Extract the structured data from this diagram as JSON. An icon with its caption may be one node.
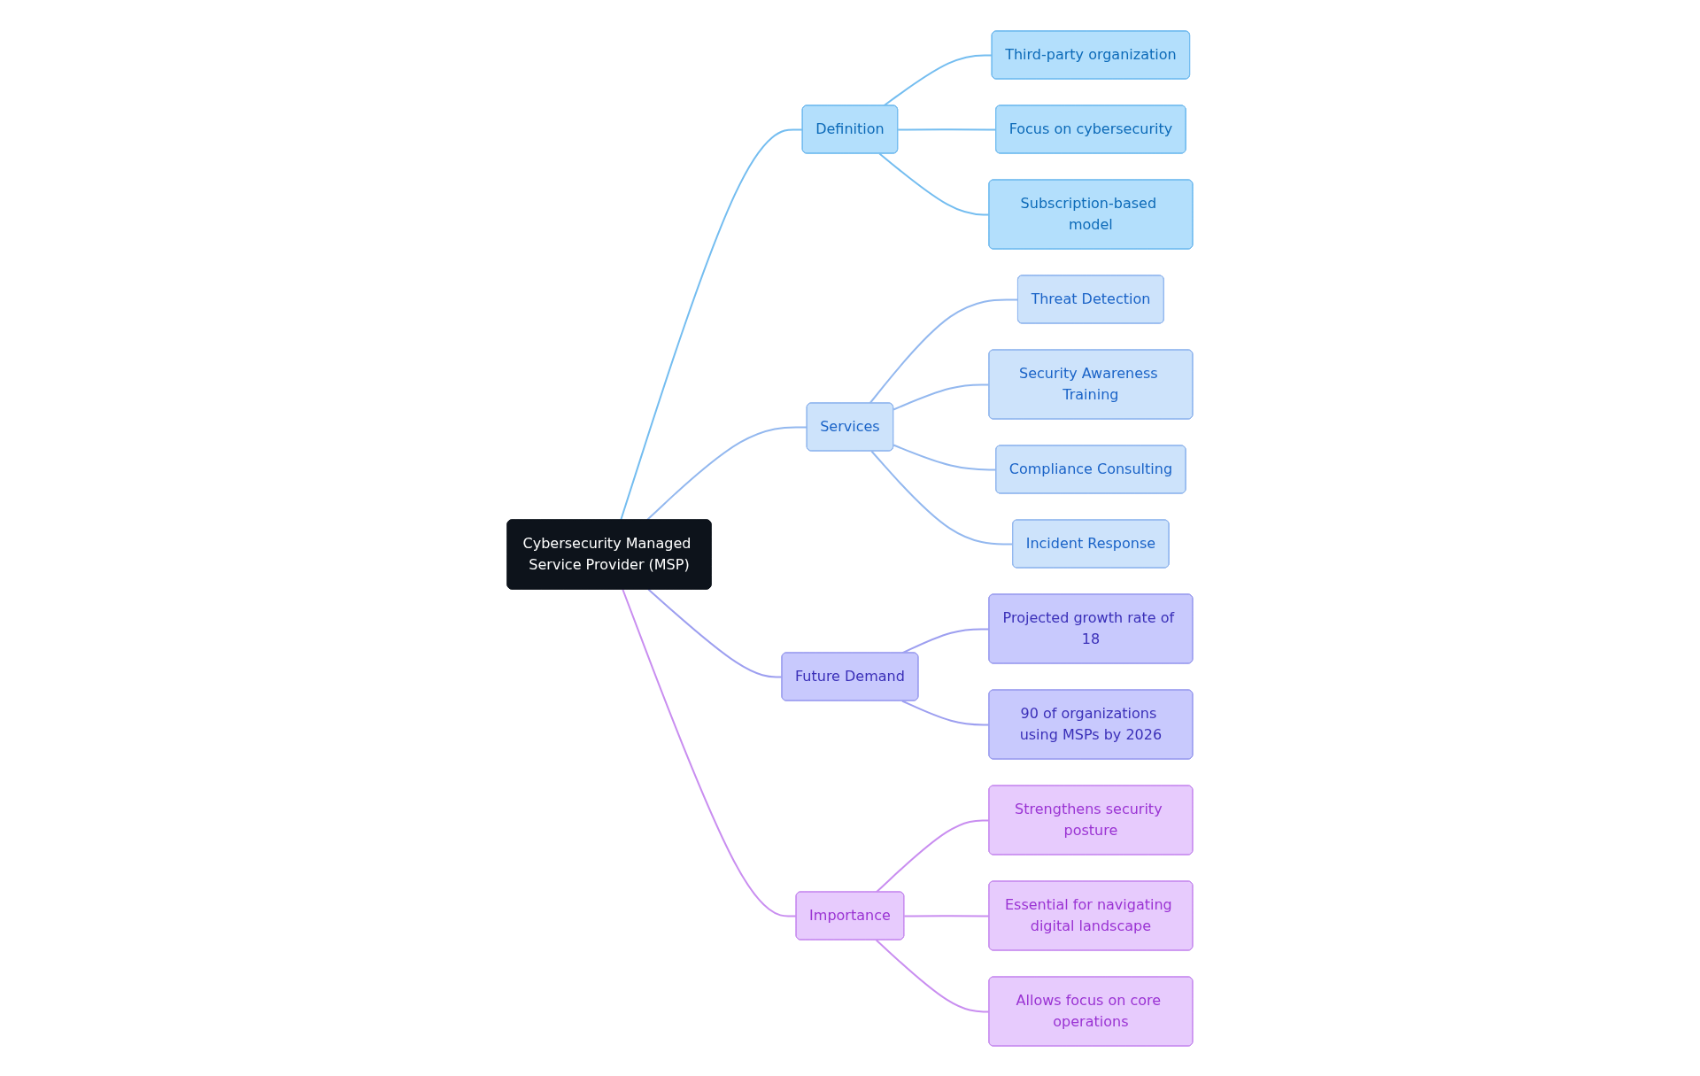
{
  "diagram": {
    "nodes": [
      {
        "text": [
          "Cybersecurity Managed Service Provider (MSP)"
        ]
      },
      {
        "text": [
          "Definition"
        ]
      },
      {
        "text": [
          "Third-party organization"
        ]
      },
      {
        "text": [
          "Focus on cybersecurity"
        ]
      },
      {
        "text": [
          "Subscription-based model"
        ]
      },
      {
        "text": [
          "Services"
        ]
      },
      {
        "text": [
          "Threat Detection"
        ]
      },
      {
        "text": [
          "Security Awareness Training"
        ]
      },
      {
        "text": [
          "Compliance Consulting"
        ]
      },
      {
        "text": [
          "Incident Response"
        ]
      },
      {
        "text": [
          "Future Demand"
        ]
      },
      {
        "text": [
          "Projected growth rate of 18"
        ]
      },
      {
        "text": [
          "90 of organizations using MSPs by 2026"
        ]
      },
      {
        "text": [
          "Importance"
        ]
      },
      {
        "text": [
          "Strengthens security posture"
        ]
      },
      {
        "text": [
          "Essential for navigating digital landscape"
        ]
      },
      {
        "text": [
          "Allows focus on core operations"
        ]
      }
    ],
    "edges": [
      {
        "from": 0,
        "to": 1,
        "arrow": "none",
        "color": "#74bdf0"
      },
      {
        "from": 1,
        "to": 2,
        "arrow": "none",
        "color": "#74bdf0"
      },
      {
        "from": 1,
        "to": 3,
        "arrow": "none",
        "color": "#74bdf0"
      },
      {
        "from": 1,
        "to": 4,
        "arrow": "none",
        "color": "#74bdf0"
      },
      {
        "from": 0,
        "to": 5,
        "arrow": "none"
      },
      {
        "from": 5,
        "to": 6,
        "arrow": "none"
      },
      {
        "from": 5,
        "to": 7,
        "arrow": "none"
      },
      {
        "from": 5,
        "to": 8,
        "arrow": "none"
      },
      {
        "from": 5,
        "to": 9,
        "arrow": "none"
      },
      {
        "from": 0,
        "to": 10,
        "arrow": "none",
        "color": "#9d9ff0"
      },
      {
        "from": 10,
        "to": 11,
        "arrow": "none",
        "color": "#9d9ff0"
      },
      {
        "from": 10,
        "to": 12,
        "arrow": "none",
        "color": "#9d9ff0"
      },
      {
        "from": 0,
        "to": 13,
        "arrow": "none",
        "color": "#c98ef0"
      },
      {
        "from": 13,
        "to": 14,
        "arrow": "none",
        "color": "#c98ef0"
      },
      {
        "from": 13,
        "to": 15,
        "arrow": "none",
        "color": "#c98ef0"
      },
      {
        "from": 13,
        "to": 16,
        "arrow": "none",
        "color": "#c98ef0"
      }
    ]
  }
}
